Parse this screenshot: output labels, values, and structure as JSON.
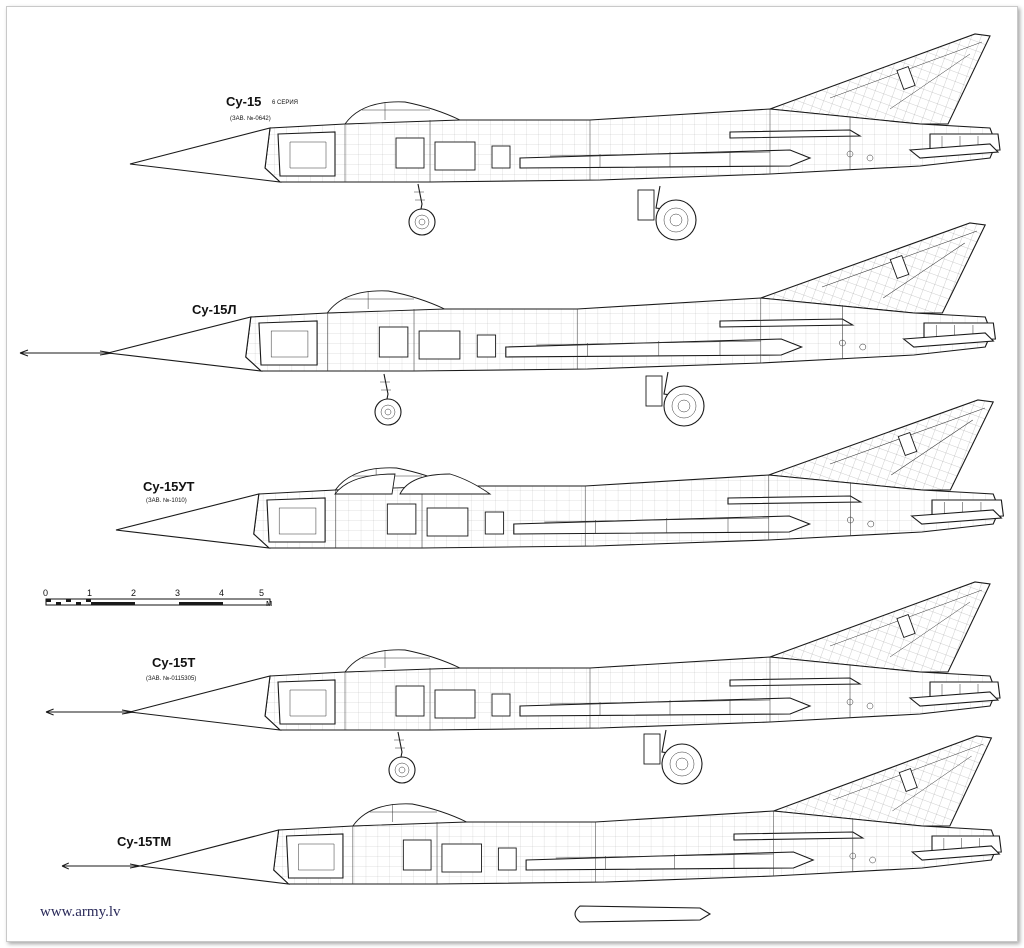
{
  "aircraft": [
    {
      "name": "Су-15",
      "series": "6 СЕРИЯ",
      "factory_no": "(ЗАВ. №-0642)"
    },
    {
      "name": "Су-15Л",
      "series": "",
      "factory_no": ""
    },
    {
      "name": "Су-15УТ",
      "series": "",
      "factory_no": "(ЗАВ. №-1010)"
    },
    {
      "name": "Су-15Т",
      "series": "",
      "factory_no": "(ЗАВ. №-0115305)"
    },
    {
      "name": "Су-15ТМ",
      "series": "",
      "factory_no": ""
    }
  ],
  "scale_bar": {
    "ticks": [
      "0",
      "1",
      "2",
      "3",
      "4",
      "5"
    ],
    "units": "м"
  },
  "watermark": "www.army.lv"
}
